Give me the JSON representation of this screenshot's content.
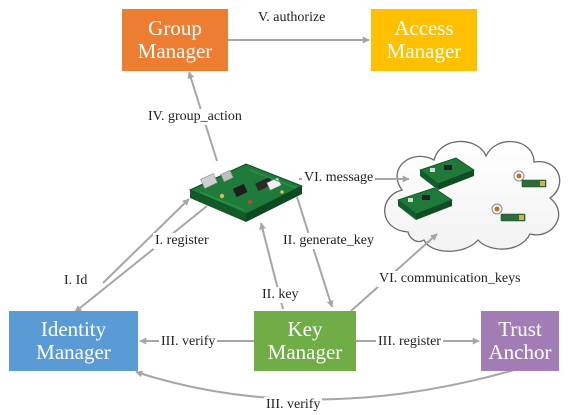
{
  "nodes": {
    "group_manager": {
      "label": "Group\nManager",
      "color": "#ED7D31"
    },
    "access_manager": {
      "label": "Access\nManager",
      "color": "#FFC000"
    },
    "identity_manager": {
      "label": "Identity\nManager",
      "color": "#5B9BD5"
    },
    "key_manager": {
      "label": "Key\nManager",
      "color": "#70AD47"
    },
    "trust_anchor": {
      "label": "Trust\nAnchor",
      "color": "#A27DB5"
    }
  },
  "edges": {
    "authorize": "V. authorize",
    "group_action": "IV. group_action",
    "message": "VI. message",
    "register_device": "I. register",
    "id": "I. Id",
    "generate_key": "II. generate_key",
    "key": "II. key",
    "communication_keys": "VI. communication_keys",
    "verify_identity": "III. verify",
    "register_trust": "III. register",
    "verify_trust": "III. verify"
  },
  "colors": {
    "arrow": "#A6A6A6",
    "label_text": "#222222"
  },
  "icons": [
    "iot-board-icon",
    "cloud-icon",
    "sensor-node-icon"
  ]
}
